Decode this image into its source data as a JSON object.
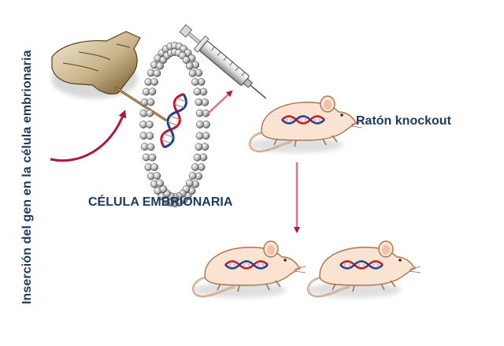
{
  "labels": {
    "vertical": "Inserción del gen en la célula embrionaria",
    "cell": "CÉLULA EMBRIONARIA",
    "knockout_mouse": "Ratón knockout"
  },
  "colors": {
    "text": "#1f3a60",
    "arrow": "#b01540",
    "mouse_fill": "#fbe3d2",
    "mouse_stroke": "#a87450",
    "dna_red": "#c8102e",
    "dna_blue": "#1c3f94"
  },
  "icons": [
    "gloved-hand-icon",
    "pipette-icon",
    "cell-membrane-icon",
    "dna-helix-icon",
    "syringe-icon",
    "mouse-icon"
  ]
}
